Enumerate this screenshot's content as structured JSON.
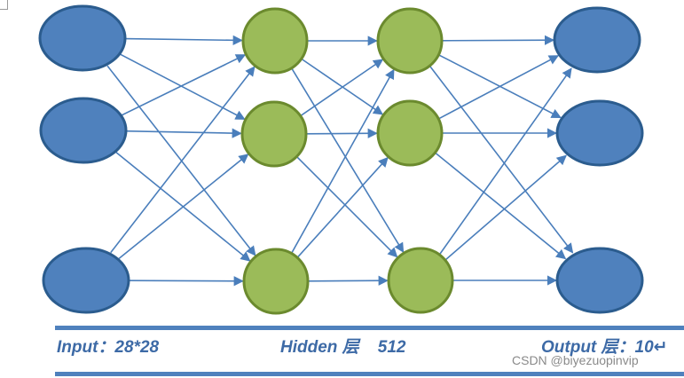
{
  "diagram": {
    "layers": [
      {
        "nodes": 3,
        "fill": "#4f81bd",
        "stroke": "#2b5c8e"
      },
      {
        "nodes": 3,
        "fill": "#9bbb59",
        "stroke": "#6b8a2e"
      },
      {
        "nodes": 3,
        "fill": "#9bbb59",
        "stroke": "#6b8a2e"
      },
      {
        "nodes": 3,
        "fill": "#4f81bd",
        "stroke": "#2b5c8e"
      }
    ],
    "edge_color": "#4a7ebb",
    "rule_color": "#4f81bd"
  },
  "labels": {
    "input": "Input：28*28",
    "hidden": "Hidden 层    512",
    "output": "Output 层：10↵"
  },
  "watermark": "CSDN @biyezuopinvip"
}
